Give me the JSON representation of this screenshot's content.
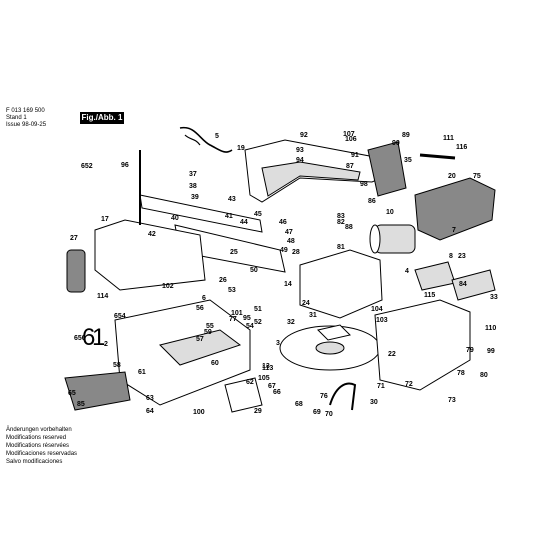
{
  "header": {
    "doc_number": "F 013 169 500",
    "stand_label": "Stand",
    "stand_value": "1",
    "issue_label": "Issue",
    "issue_value": "98-09-25",
    "figure_tag": "Fig./Abb. 1"
  },
  "footer": {
    "lines": [
      "Änderungen vorbehalten",
      "Modifications reserved",
      "Modifications réservées",
      "Modificaciones reservadas",
      "Salvo modificaciones"
    ]
  },
  "labels": [
    "1",
    "2",
    "3",
    "4",
    "5",
    "6",
    "7",
    "8",
    "10",
    "11",
    "13",
    "14",
    "17",
    "19",
    "20",
    "22",
    "23",
    "24",
    "25",
    "26",
    "27",
    "28",
    "29",
    "30",
    "31",
    "32",
    "33",
    "35",
    "37",
    "38",
    "39",
    "40",
    "41",
    "42",
    "43",
    "44",
    "45",
    "46",
    "47",
    "48",
    "49",
    "50",
    "51",
    "52",
    "53",
    "54",
    "55",
    "56",
    "57",
    "58",
    "59",
    "60",
    "61",
    "62",
    "63",
    "64",
    "65",
    "66",
    "67",
    "68",
    "69",
    "70",
    "71",
    "72",
    "73",
    "75",
    "76",
    "77",
    "78",
    "79",
    "80",
    "81",
    "82",
    "83",
    "84",
    "85",
    "86",
    "87",
    "88",
    "89",
    "90",
    "91",
    "92",
    "93",
    "94",
    "95",
    "96",
    "98",
    "99",
    "100",
    "101",
    "102",
    "103",
    "104",
    "105",
    "106",
    "107",
    "110",
    "111",
    "113",
    "114",
    "115",
    "116",
    "650",
    "652",
    "654"
  ]
}
